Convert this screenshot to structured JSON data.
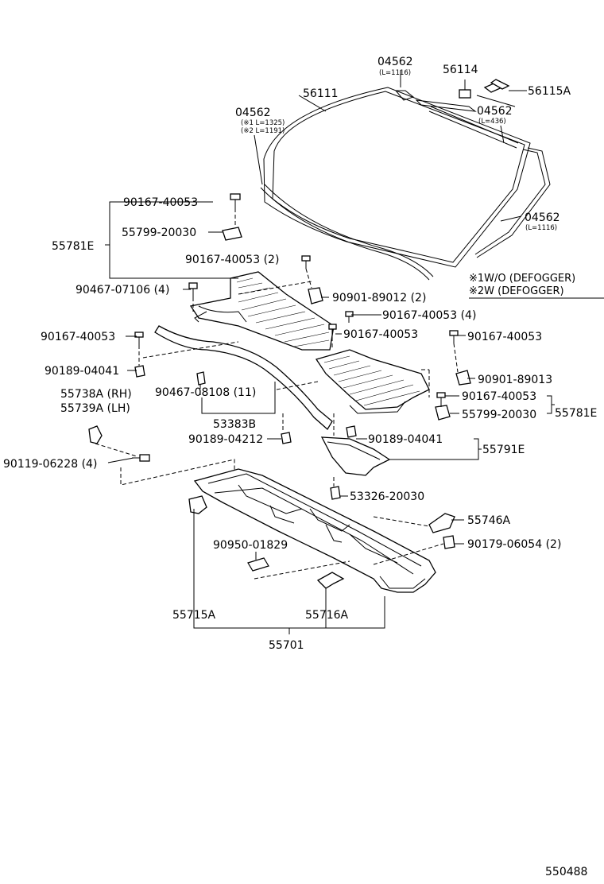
{
  "labels": {
    "p04562_top": "04562",
    "p04562_top_len": "(L=1116)",
    "p56114": "56114",
    "p56115A": "56115A",
    "p56111": "56111",
    "p04562_left": "04562",
    "p04562_left_len1": "(※1 L=1325)",
    "p04562_left_len2": "(※2 L=1191)",
    "p04562_mid": "04562",
    "p04562_mid_len": "(L=436)",
    "p04562_right": "04562",
    "p04562_right_len": "(L=1116)",
    "p90167_a": "90167-40053",
    "p55781E_left": "55781E",
    "p55799_a": "55799-20030",
    "p90167_2": "90167-40053 (2)",
    "p90467_4": "90467-07106 (4)",
    "p90901_2": "90901-89012 (2)",
    "p90167_4": "90167-40053 (4)",
    "p90167_b": "90167-40053",
    "p90167_c": "90167-40053",
    "p90167_d": "90167-40053",
    "p90189_a": "90189-04041",
    "p90901_b": "90901-89013",
    "p55738A": "55738A (RH)",
    "p55739A": "55739A (LH)",
    "p90467_11": "90467-08108 (11)",
    "p90167_e": "90167-40053",
    "p55799_b": "55799-20030",
    "p55781E_right": "55781E",
    "p53383B": "53383B",
    "p90189_b": "90189-04212",
    "p90189_c": "90189-04041",
    "p55791E": "55791E",
    "p90119": "90119-06228 (4)",
    "p53326": "53326-20030",
    "p55746A": "55746A",
    "p90179": "90179-06054 (2)",
    "p90950": "90950-01829",
    "p55715A": "55715A",
    "p55716A": "55716A",
    "p55701": "55701",
    "diagram_id": "550488"
  },
  "notes": {
    "note1": "※1W/O (DEFOGGER)",
    "note2": "※2W (DEFOGGER)"
  }
}
